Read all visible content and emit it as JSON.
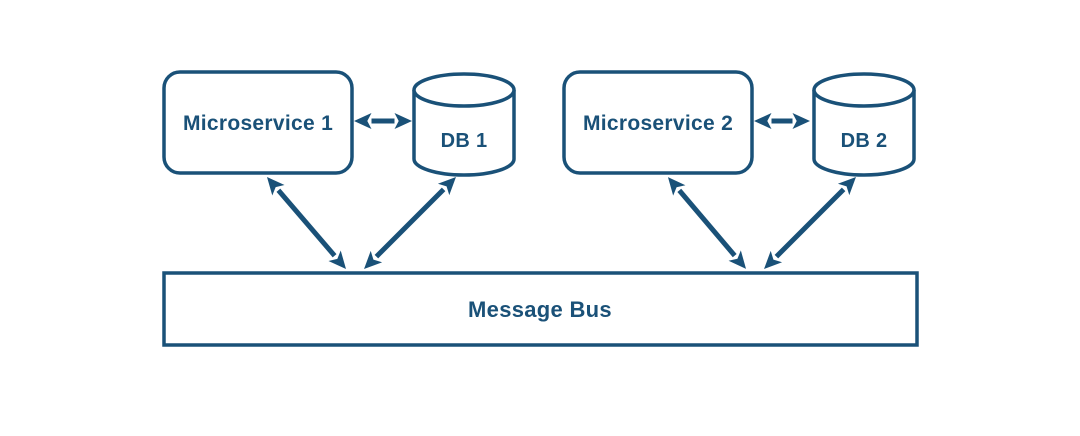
{
  "diagram": {
    "type": "architecture-diagram",
    "colors": {
      "accent": "#1a5178",
      "background": "#ffffff"
    },
    "nodes": {
      "microservice1": {
        "label": "Microservice 1",
        "shape": "rounded-rectangle"
      },
      "db1": {
        "label": "DB 1",
        "shape": "database-cylinder"
      },
      "microservice2": {
        "label": "Microservice 2",
        "shape": "rounded-rectangle"
      },
      "db2": {
        "label": "DB 2",
        "shape": "database-cylinder"
      },
      "message_bus": {
        "label": "Message Bus",
        "shape": "rectangle"
      }
    },
    "edges": [
      {
        "from": "microservice1",
        "to": "db1",
        "direction": "bidirectional"
      },
      {
        "from": "microservice1",
        "to": "message_bus",
        "direction": "bidirectional"
      },
      {
        "from": "db1",
        "to": "message_bus",
        "direction": "bidirectional"
      },
      {
        "from": "microservice2",
        "to": "db2",
        "direction": "bidirectional"
      },
      {
        "from": "microservice2",
        "to": "message_bus",
        "direction": "bidirectional"
      },
      {
        "from": "db2",
        "to": "message_bus",
        "direction": "bidirectional"
      }
    ]
  }
}
